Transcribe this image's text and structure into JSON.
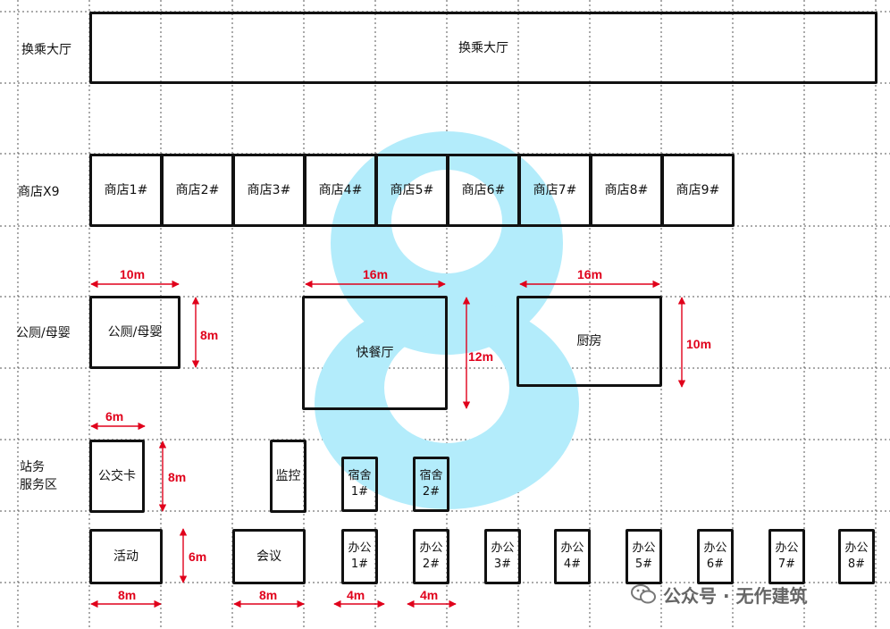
{
  "row_labels": {
    "hall": "换乘大厅",
    "shops": "商店X9",
    "toilet": "公厕/母婴",
    "station": "站务\n服务区"
  },
  "rooms": {
    "hall": "换乘大厅",
    "shops": [
      "商店1#",
      "商店2#",
      "商店3#",
      "商店4#",
      "商店5#",
      "商店6#",
      "商店7#",
      "商店8#",
      "商店9#"
    ],
    "toilet": "公厕/母婴",
    "fastfood": "快餐厅",
    "kitchen": "厨房",
    "buscard": "公交卡",
    "monitor": "监控",
    "dorm1": "宿舍\n1#",
    "dorm2": "宿舍\n2#",
    "activity": "活动",
    "meeting": "会议",
    "offices": [
      "办公\n1#",
      "办公\n2#",
      "办公\n3#",
      "办公\n4#",
      "办公\n5#",
      "办公\n6#",
      "办公\n7#",
      "办公\n8#"
    ]
  },
  "dimensions": {
    "toilet_w": "10m",
    "toilet_h": "8m",
    "fastfood_w": "16m",
    "fastfood_h": "12m",
    "kitchen_w": "16m",
    "kitchen_h": "10m",
    "buscard_w": "6m",
    "buscard_h": "8m",
    "activity_w": "8m",
    "activity_h": "6m",
    "meeting_w": "8m",
    "office1_w": "4m",
    "office2_w": "4m"
  },
  "big_numeral": "8",
  "watermark": "公众号 · 无作建筑",
  "colors": {
    "line": "#111111",
    "dimension": "#e0001b",
    "numeral": "#b3ecfb",
    "grid": "#555555",
    "watermark": "#666666"
  },
  "icons": {
    "watermark_icon": "wechat-icon"
  }
}
